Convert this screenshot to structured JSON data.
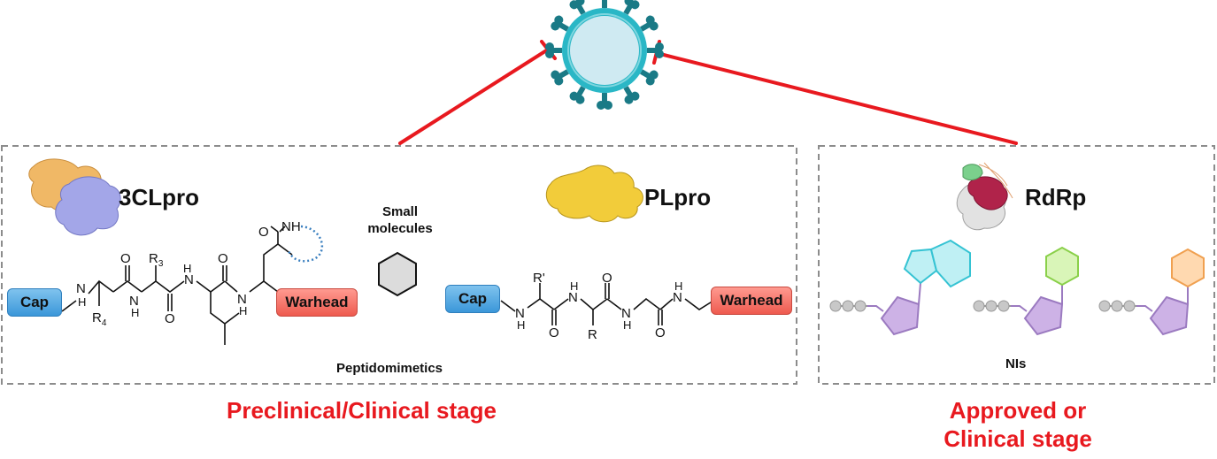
{
  "stages": {
    "left": "Preclinical/Clinical stage",
    "right_line1": "Approved or",
    "right_line2": "Clinical stage"
  },
  "targets": {
    "clpro": "3CLpro",
    "plpro": "PLpro",
    "rdrp": "RdRp"
  },
  "labels": {
    "small_line1": "Small",
    "small_line2": "molecules",
    "peptidomimetics": "Peptidomimetics",
    "nis": "NIs"
  },
  "tags": {
    "cap": "Cap",
    "warhead": "Warhead"
  },
  "atoms": {
    "nh": "NH",
    "n": "N",
    "h": "H",
    "o": "O",
    "r3": "R",
    "r3_sub": "3",
    "r4": "R",
    "r4_sub": "4",
    "r_prime": "R'",
    "r": "R"
  },
  "colors": {
    "inhibition_line": "#e8191f",
    "virus": "#2ab7c6",
    "virus_spike": "#1a7a86",
    "box_border": "#8c8c8c",
    "cap": "#4aa3e0",
    "warhead": "#f2736a",
    "nucleoside_sugar": "#cdb2e6",
    "base_cyan": "#bff0f4",
    "base_green": "#d9f5b8",
    "base_orange": "#ffd9b0"
  }
}
